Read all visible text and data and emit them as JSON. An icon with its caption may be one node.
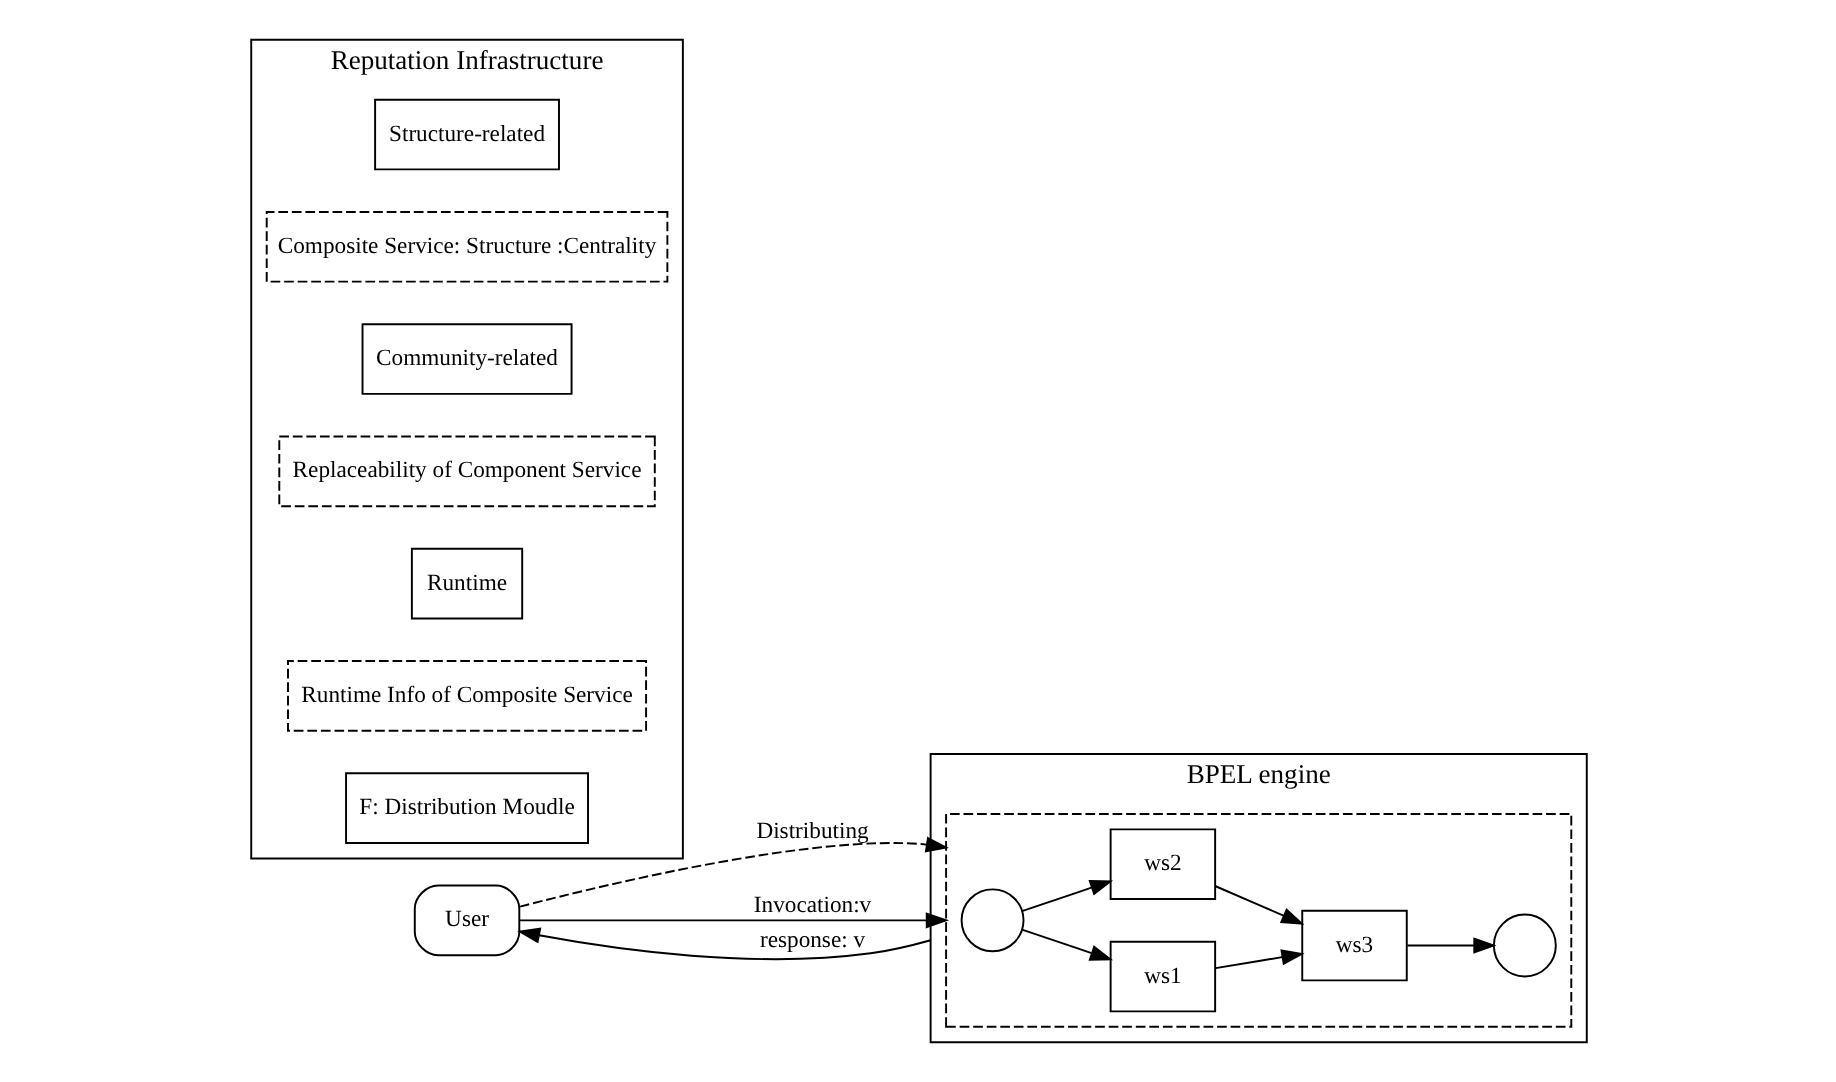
{
  "diagram": {
    "nodes": [
      {
        "text": [
          "User"
        ]
      },
      {
        "text": [
          "BPEL engine"
        ]
      },
      {
        "text": [],
        "shape": "box",
        "in": 1
      },
      {
        "text": [],
        "shape": "circle",
        "in": 2
      },
      {
        "text": [
          "ws1"
        ],
        "in": 2
      },
      {
        "text": [
          "ws2"
        ],
        "in": 2
      },
      {
        "text": [
          "ws3"
        ],
        "in": 2
      },
      {
        "text": [],
        "shape": "circle",
        "in": 2
      },
      {
        "text": [
          "Reputation Infrastructure"
        ]
      },
      {
        "text": [
          "Structure-related"
        ],
        "in": 8
      },
      {
        "text": [
          "Composite Service: Structure :Centrality"
        ],
        "in": 8
      },
      {
        "text": [
          "Community-related"
        ],
        "in": 8
      },
      {
        "text": [
          "Replaceability of Component Service"
        ],
        "in": 8
      },
      {
        "text": [
          "Runtime"
        ],
        "in": 8
      },
      {
        "text": [
          "Runtime Info of Composite Service"
        ],
        "in": 8
      },
      {
        "text": [
          "F: Distribution Moudle"
        ],
        "in": 8
      }
    ],
    "edges": [
      {
        "from": 0,
        "to": 2,
        "arrow": "to",
        "label": "Distributing",
        "style": "dashed"
      },
      {
        "from": 0,
        "to": 2,
        "arrow": "to",
        "label": "Invocation:v"
      },
      {
        "from": 1,
        "to": 0,
        "arrow": "to",
        "label": "response: v"
      },
      {
        "from": 3,
        "to": 4,
        "arrow": "to"
      },
      {
        "from": 3,
        "to": 5,
        "arrow": "to"
      },
      {
        "from": 4,
        "to": 6,
        "arrow": "to"
      },
      {
        "from": 5,
        "to": 6,
        "arrow": "to"
      },
      {
        "from": 6,
        "to": 7,
        "arrow": "to"
      }
    ]
  }
}
